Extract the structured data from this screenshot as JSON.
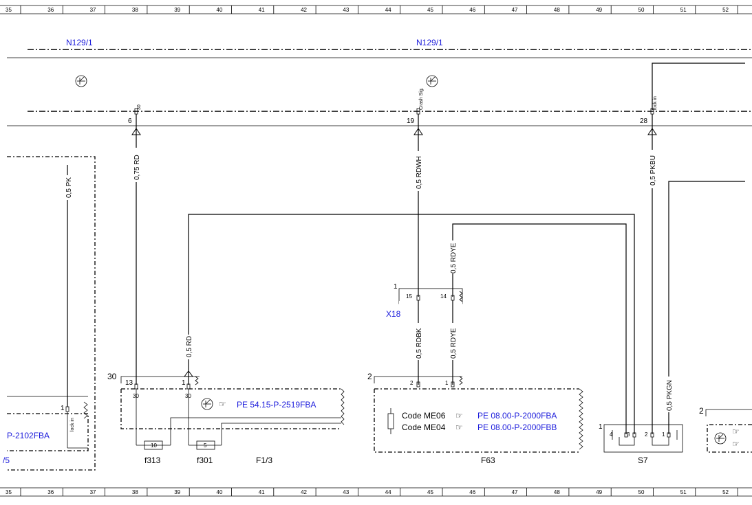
{
  "ruler": {
    "numbers": [
      "35",
      "36",
      "37",
      "38",
      "39",
      "40",
      "41",
      "42",
      "43",
      "44",
      "45",
      "46",
      "47",
      "48",
      "49",
      "50",
      "51",
      "52"
    ]
  },
  "module": {
    "name_left": "N129/1",
    "name_right": "N129/1"
  },
  "pins": {
    "p6": "6",
    "p6_label": "30",
    "p19": "19",
    "p19_label": "Crash Sig.",
    "p28": "28",
    "p28_label": "lock in"
  },
  "wires": {
    "w_pk": "0,5 PK",
    "w_rd075": "0,75 RD",
    "w_rdwh": "0,5 RDWH",
    "w_pkbu": "0,5 PKBU",
    "w_rdye_top": "0,5 RDYE",
    "w_rd05": "0,5 RD",
    "w_rdbk": "0,5 RDBK",
    "w_rdye_bot": "0,5 RDYE",
    "w_pkgn": "0,5 PKGN"
  },
  "x18": {
    "name": "X18",
    "index": "1",
    "pin_a": "15",
    "pin_b": "14"
  },
  "f1_3": {
    "name": "F1/3",
    "index": "30",
    "pin_13": "13",
    "pin_1": "1",
    "term_a": "30",
    "term_b": "30",
    "ref": "PE 54.15-P-2519FBA",
    "fuse_a_num": "10",
    "fuse_a_name": "f313",
    "fuse_b_num": "5",
    "fuse_b_name": "f301"
  },
  "f63": {
    "name": "F63",
    "index": "2",
    "pin_2": "2",
    "pin_1": "1",
    "code1": "Code ME06",
    "ref1": "PE 08.00-P-2000FBA",
    "code2": "Code ME04",
    "ref2": "PE 08.00-P-2000FBB"
  },
  "s7": {
    "name": "S7",
    "index": "1",
    "pin4": "4",
    "pin3": "3",
    "pin2": "2",
    "pin1": "1"
  },
  "left_block": {
    "ref": "P-2102FBA",
    "frag": "/5",
    "pin": "1",
    "pin_label": "lock in"
  },
  "right_block": {
    "index": "2"
  }
}
